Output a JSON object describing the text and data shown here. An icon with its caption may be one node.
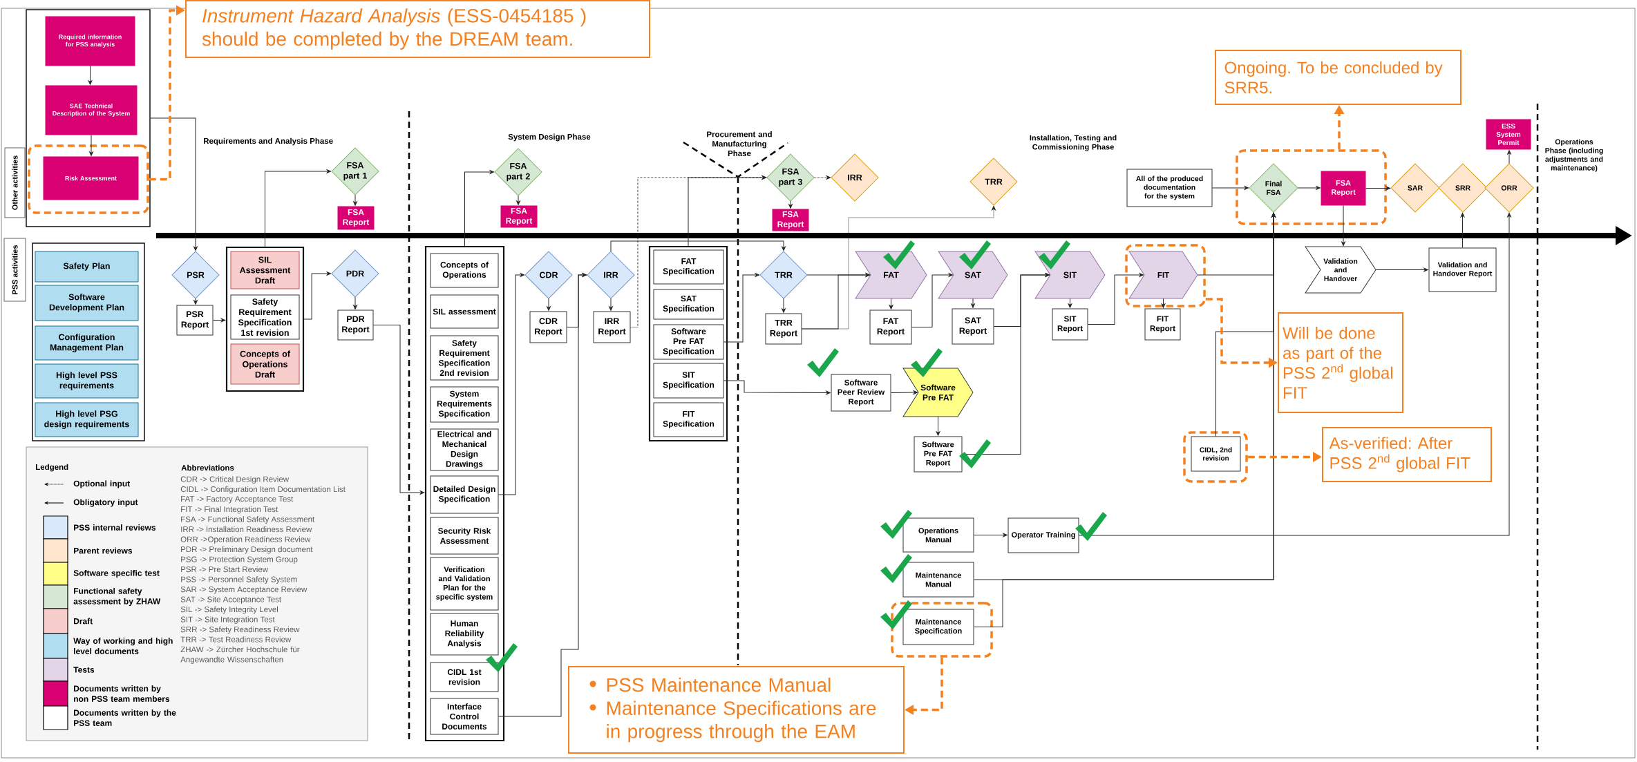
{
  "diagram": {
    "nodes": [
      {
        "text": [],
        "shape": "box"
      },
      {
        "text": [
          "Required information for PSS analysis"
        ],
        "in": 0
      },
      {
        "text": [
          "SAE Technical Description of the System"
        ],
        "in": 0
      },
      {
        "text": [
          "Risk Assessment"
        ],
        "in": 4
      },
      {
        "text": [],
        "shape": "box",
        "in": 0
      },
      {
        "text": [
          "*Instrument Hazard Analysis* (ESS-0454185 ) should be completed by the DREAM team."
        ]
      },
      {
        "text": [
          "Other activities"
        ]
      },
      {
        "text": [
          "PSS activities"
        ]
      },
      {
        "text": [],
        "shape": "box"
      },
      {
        "text": [
          "Safety Plan"
        ],
        "in": 8
      },
      {
        "text": [
          "Software Development Plan"
        ],
        "in": 8
      },
      {
        "text": [
          "Configuration Management Plan"
        ],
        "in": 8
      },
      {
        "text": [
          "High level PSS requirements"
        ],
        "in": 8
      },
      {
        "text": [
          "High level PSG design requirements"
        ],
        "in": 8
      },
      {
        "text": [
          "PSR"
        ]
      },
      {
        "text": [
          "PSR Report"
        ]
      },
      {
        "text": [],
        "shape": "box"
      },
      {
        "text": [
          "SIL Assessment Draft"
        ],
        "in": 16
      },
      {
        "text": [
          "Safety Requirement Specification 1st revision"
        ],
        "in": 16
      },
      {
        "text": [
          "Concepts of Operations Draft"
        ],
        "in": 16
      },
      {
        "text": [
          "FSA part 1"
        ]
      },
      {
        "text": [
          "FSA Report"
        ]
      },
      {
        "text": [
          "PDR"
        ]
      },
      {
        "text": [
          "PDR Report"
        ]
      },
      {
        "text": [],
        "shape": "box"
      },
      {
        "text": [
          "Concepts of Operations"
        ],
        "in": 24
      },
      {
        "text": [
          "SIL assessment"
        ],
        "in": 24
      },
      {
        "text": [
          "Safety Requirement Specification 2nd revision"
        ],
        "in": 24
      },
      {
        "text": [
          "System Requirements Specification"
        ],
        "in": 24
      },
      {
        "text": [
          "Electrical and Mechanical Design Drawings"
        ],
        "in": 24
      },
      {
        "text": [
          "Detailed Design Specification"
        ],
        "in": 24
      },
      {
        "text": [
          "Security Risk Assessment"
        ],
        "in": 24
      },
      {
        "text": [
          "Verification and Validation Plan for the specific system"
        ],
        "in": 24
      },
      {
        "text": [
          "Human Reliability Analysis"
        ],
        "in": 24
      },
      {
        "text": [
          "CIDL 1st revision"
        ],
        "in": 24
      },
      {
        "text": [
          "Interface Control Documents"
        ],
        "in": 24
      },
      {
        "text": [
          "FSA part 2"
        ]
      },
      {
        "text": [
          "FSA Report"
        ]
      },
      {
        "text": [
          "CDR"
        ]
      },
      {
        "text": [
          "CDR Report"
        ]
      },
      {
        "text": [
          "IRR"
        ]
      },
      {
        "text": [
          "IRR Report"
        ]
      },
      {
        "text": [],
        "shape": "box"
      },
      {
        "text": [
          "FAT Specification"
        ],
        "in": 42
      },
      {
        "text": [
          "SAT Specification"
        ],
        "in": 42
      },
      {
        "text": [
          "Software Pre FAT Specification"
        ],
        "in": 42
      },
      {
        "text": [
          "SIT Specification"
        ],
        "in": 42
      },
      {
        "text": [
          "FIT Specification"
        ],
        "in": 42
      },
      {
        "text": [
          "FSA part 3"
        ]
      },
      {
        "text": [
          "FSA Report"
        ]
      },
      {
        "text": [
          "IRR"
        ]
      },
      {
        "text": [
          "TRR"
        ]
      },
      {
        "text": [
          "TRR"
        ]
      },
      {
        "text": [
          "TRR Report"
        ]
      },
      {
        "text": [
          "FAT"
        ]
      },
      {
        "text": [
          "FAT Report"
        ]
      },
      {
        "text": [
          "SAT"
        ]
      },
      {
        "text": [
          "SAT Report"
        ]
      },
      {
        "text": [
          "SIT"
        ]
      },
      {
        "text": [
          "SIT Report"
        ]
      },
      {
        "text": [],
        "shape": "box"
      },
      {
        "text": [
          "FIT"
        ],
        "in": 60
      },
      {
        "text": [
          "FIT Report"
        ]
      },
      {
        "text": [
          "Will be done as part of the PSS 2$^{nd}$ global FIT"
        ]
      },
      {
        "text": [
          "All of the produced documentation for the system"
        ]
      },
      {
        "text": [],
        "shape": "box"
      },
      {
        "text": [
          "Final FSA"
        ],
        "in": 65
      },
      {
        "text": [
          "FSA Report"
        ],
        "in": 65
      },
      {
        "text": [
          "Ongoing. To be concluded by SRR5."
        ]
      },
      {
        "text": [
          "SAR"
        ]
      },
      {
        "text": [
          "SRR"
        ]
      },
      {
        "text": [
          "ORR"
        ]
      },
      {
        "text": [
          "ESS System Permit"
        ]
      },
      {
        "text": [
          "Validation and Handover"
        ]
      },
      {
        "text": [
          "Validation and Handover Report"
        ]
      },
      {
        "text": [
          "Software Peer Review Report"
        ]
      },
      {
        "text": [
          "Software Pre FAT"
        ]
      },
      {
        "text": [
          "Software Pre FAT Report"
        ]
      },
      {
        "text": [],
        "shape": "box"
      },
      {
        "text": [
          "CIDL, 2nd revision"
        ],
        "in": 78
      },
      {
        "text": [
          "As-verified: After PSS 2$^{nd}$ global FIT"
        ]
      },
      {
        "text": [
          "Operations Manual"
        ]
      },
      {
        "text": [
          "Operator Training"
        ]
      },
      {
        "text": [
          "Maintenance Manual"
        ]
      },
      {
        "text": [],
        "shape": "box"
      },
      {
        "text": [
          "Maintenance Specification"
        ],
        "in": 84
      },
      {
        "text": [
          "PSS Maintenance Manual",
          "Maintenance Specifications are in progress through the EAM"
        ]
      }
    ],
    "edges": [
      {
        "from": 1,
        "to": 2,
        "arrow": "to"
      },
      {
        "from": 2,
        "to": 3,
        "arrow": "to"
      },
      {
        "from": 0,
        "to": 14,
        "arrow": "to"
      },
      {
        "from": 14,
        "to": 15,
        "arrow": "to"
      },
      {
        "from": 15,
        "to": 16,
        "arrow": "to"
      },
      {
        "from": 16,
        "to": 20,
        "arrow": "to"
      },
      {
        "from": 20,
        "to": 21,
        "arrow": "to"
      },
      {
        "from": 16,
        "to": 22,
        "arrow": "to"
      },
      {
        "from": 22,
        "to": 23,
        "arrow": "to"
      },
      {
        "from": 23,
        "to": 24,
        "arrow": "to"
      },
      {
        "from": 24,
        "to": 36,
        "arrow": "to"
      },
      {
        "from": 36,
        "to": 37,
        "arrow": "to"
      },
      {
        "from": 30,
        "to": 38,
        "arrow": "to"
      },
      {
        "from": 38,
        "to": 39,
        "arrow": "to"
      },
      {
        "from": 39,
        "to": 40,
        "arrow": "to"
      },
      {
        "from": 35,
        "to": 40,
        "arrow": "to"
      },
      {
        "from": 40,
        "to": 41,
        "arrow": "to"
      },
      {
        "from": 42,
        "to": 48,
        "arrow": "to"
      },
      {
        "from": 41,
        "to": 48,
        "arrow": "to",
        "style": "dashed"
      },
      {
        "from": 48,
        "to": 50,
        "arrow": "to",
        "style": "dashed"
      },
      {
        "from": 48,
        "to": 49,
        "arrow": "to"
      },
      {
        "from": 40,
        "to": 52,
        "arrow": "to"
      },
      {
        "from": 45,
        "to": 52,
        "arrow": "to"
      },
      {
        "from": 46,
        "to": 75,
        "arrow": "to"
      },
      {
        "from": 52,
        "to": 53,
        "arrow": "to"
      },
      {
        "from": 52,
        "to": 54,
        "arrow": "to"
      },
      {
        "from": 53,
        "to": 54,
        "arrow": "to"
      },
      {
        "from": 53,
        "to": 51,
        "arrow": "to",
        "style": "dashed"
      },
      {
        "from": 54,
        "to": 55,
        "arrow": "to"
      },
      {
        "from": 55,
        "to": 56,
        "arrow": "to"
      },
      {
        "from": 56,
        "to": 57,
        "arrow": "to"
      },
      {
        "from": 57,
        "to": 58,
        "arrow": "to"
      },
      {
        "from": 77,
        "to": 58,
        "arrow": "to"
      },
      {
        "from": 58,
        "to": 59,
        "arrow": "to"
      },
      {
        "from": 59,
        "to": 61,
        "arrow": "to"
      },
      {
        "from": 61,
        "to": 62,
        "arrow": "to"
      },
      {
        "from": 61,
        "to": 66,
        "arrow": "to"
      },
      {
        "from": 64,
        "to": 66,
        "arrow": "to"
      },
      {
        "from": 66,
        "to": 67,
        "arrow": "to"
      },
      {
        "from": 67,
        "to": 69,
        "arrow": "to"
      },
      {
        "from": 67,
        "to": 73,
        "arrow": "to"
      },
      {
        "from": 73,
        "to": 74,
        "arrow": "to"
      },
      {
        "from": 74,
        "to": 70,
        "arrow": "to"
      },
      {
        "from": 71,
        "to": 72,
        "arrow": "to"
      },
      {
        "from": 82,
        "to": 71,
        "arrow": "to"
      },
      {
        "from": 81,
        "to": 82,
        "arrow": "to"
      },
      {
        "from": 83,
        "to": 66,
        "arrow": "to"
      },
      {
        "from": 85,
        "to": 66,
        "arrow": "to"
      },
      {
        "from": 79,
        "to": 66,
        "arrow": "to"
      },
      {
        "from": 75,
        "to": 76,
        "arrow": "to"
      },
      {
        "from": 76,
        "to": 77,
        "arrow": "to"
      },
      {
        "from": 4,
        "to": 5,
        "arrow": "to",
        "style": "dashed",
        "color": "#f4801f"
      },
      {
        "from": 65,
        "to": 68,
        "arrow": "to",
        "style": "dashed",
        "color": "#f4801f"
      },
      {
        "from": 60,
        "to": 63,
        "arrow": "to",
        "style": "dashed",
        "color": "#f4801f"
      },
      {
        "from": 78,
        "to": 80,
        "arrow": "to",
        "style": "dashed",
        "color": "#f4801f"
      },
      {
        "from": 84,
        "to": 86,
        "arrow": "to",
        "style": "dashed",
        "color": "#f4801f"
      }
    ],
    "labels": [
      "Requirements and Analysis Phase",
      "System Design Phase",
      "Procurement and Manufacturing Phase",
      "Installation, Testing and Commissioning Phase",
      "Operations Phase (including adjustments and maintenance)",
      "Ledgend",
      "Abbreviations",
      "CDR -> Critical Design Review",
      "CIDL -> Configuration Item Documentation List",
      "FAT -> Factory Acceptance Test",
      "FIT -> Final Integration Test",
      "FSA -> Functional Safety Assessment",
      "IRR -> Installation Readiness Review",
      "ORR ->Operation Readiness Review",
      "PDR -> Preliminary Design document",
      "PSG -> Protection System Group",
      "PSR -> Pre Start Review",
      "PSS -> Personnel Safety System",
      "SAR -> System Acceptance Review",
      "SAT -> Site Acceptance Test",
      "SIL -> Safety Integrity Level",
      "SIT -> Site Integration Test",
      "SRR -> Safety Readiness Review",
      "TRR -> Test Readiness Review",
      "ZHAW -> Zürcher Hochschule für Angewandte Wissenschaften"
    ],
    "legend": [
      {
        "text": "Optional input"
      },
      {
        "text": "Obligatory input"
      },
      {
        "text": "PSS internal reviews",
        "color": "#dae8fc"
      },
      {
        "text": "Parent reviews",
        "color": "#ffe6cc"
      },
      {
        "text": "Software specific test",
        "color": "#ffff88"
      },
      {
        "text": "Functional safety assessment by ZHAW",
        "color": "#d5e8d4"
      },
      {
        "text": "Draft",
        "color": "#f8cecc"
      },
      {
        "text": "Way of working and high level documents",
        "color": "#b1ddf0"
      },
      {
        "text": "Tests",
        "color": "#e1d5e7"
      },
      {
        "text": "Documents written by non PSS team members",
        "color": "#d80073"
      },
      {
        "text": "Documents written by the PSS team",
        "color": "#ffffff"
      }
    ]
  }
}
